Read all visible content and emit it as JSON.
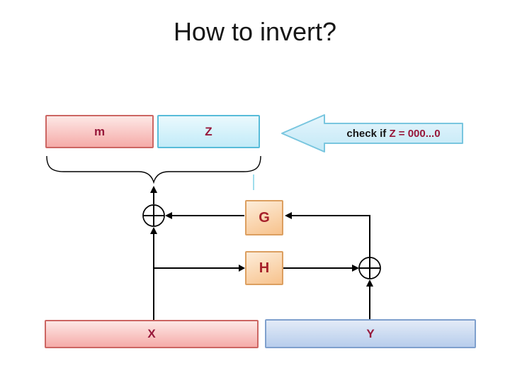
{
  "slide": {
    "title": "How to invert?"
  },
  "diagram": {
    "m_box": {
      "label": "m"
    },
    "z_box": {
      "label": "Z"
    },
    "check_arrow": {
      "prefix": "check if ",
      "condition": "Z = 000...0"
    },
    "g_box": {
      "label": "G"
    },
    "h_box": {
      "label": "H"
    },
    "x_box": {
      "label": "X"
    },
    "y_box": {
      "label": "Y"
    }
  },
  "colors": {
    "title_text": "#161616",
    "box_label_maroon": "#97173A",
    "gh_label_red": "#A6202A",
    "pink_fill_top": "#FDE8E6",
    "pink_fill_bottom": "#F5ABA8",
    "pink_border": "#CC6663",
    "cyan_fill_top": "#EAF9FD",
    "cyan_fill_bottom": "#C2EBF8",
    "cyan_border": "#58BCD9",
    "arrow_fill_top": "#E7F6FC",
    "arrow_fill_bottom": "#C3E9F6",
    "arrow_border": "#79C6DF",
    "orange_fill_top": "#FDEDDA",
    "orange_fill_bottom": "#F7C28C",
    "orange_border": "#DC9F60",
    "blue_fill_top": "#E3EBF7",
    "blue_fill_bottom": "#B7CDEC",
    "blue_border": "#7FA0CD",
    "connector_black": "#000000",
    "artifact_teal": "#7FD2E6"
  }
}
